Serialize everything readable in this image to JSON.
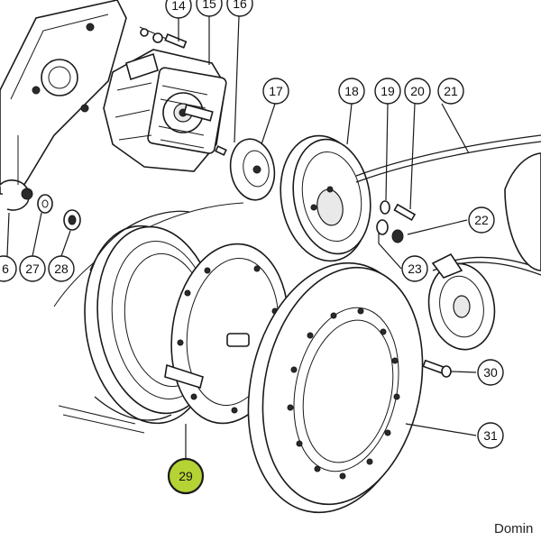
{
  "callouts": [
    {
      "id": "14",
      "label": "14"
    },
    {
      "id": "15",
      "label": "15"
    },
    {
      "id": "16",
      "label": "16"
    },
    {
      "id": "17",
      "label": "17"
    },
    {
      "id": "18",
      "label": "18"
    },
    {
      "id": "19",
      "label": "19"
    },
    {
      "id": "20",
      "label": "20"
    },
    {
      "id": "21",
      "label": "21"
    },
    {
      "id": "22",
      "label": "22"
    },
    {
      "id": "23",
      "label": "23"
    },
    {
      "id": "26",
      "label": "6"
    },
    {
      "id": "27",
      "label": "27"
    },
    {
      "id": "28",
      "label": "28"
    },
    {
      "id": "29",
      "label": "29"
    },
    {
      "id": "30",
      "label": "30"
    },
    {
      "id": "31",
      "label": "31"
    }
  ],
  "highlighted_callout": "29",
  "highlight_color": "#b5d334",
  "watermark": "Domin"
}
